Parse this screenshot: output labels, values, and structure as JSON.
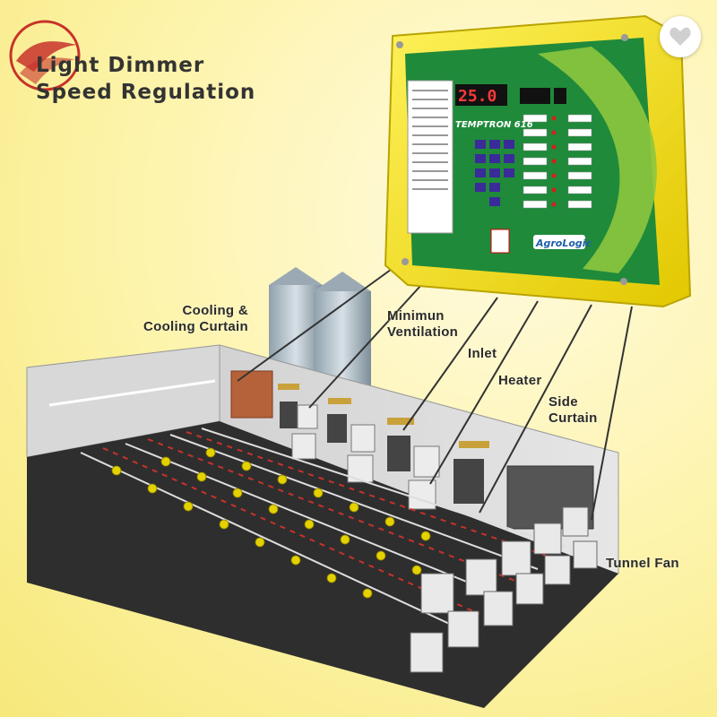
{
  "heading": {
    "line1": "Light Dimmer",
    "line2": "Speed Regulation"
  },
  "controller": {
    "model": "TEMPTRON 616",
    "brand": "AgroLogic",
    "display_value": "25.0",
    "colors": {
      "housing": "#f4e217",
      "faceplate": "#1f8a3a",
      "accent": "#8cc63f",
      "display": "#d6201f"
    }
  },
  "labels": {
    "cooling": "Cooling &\nCooling Curtain",
    "min_vent": "Minimun\nVentilation",
    "inlet": "Inlet",
    "heater": "Heater",
    "side_curtain": "Side\nCurtain",
    "tunnel_fan": "Tunnel Fan"
  },
  "icons": [
    "favorite-heart-icon",
    "logo-flame-icon",
    "silo-icon",
    "fan-icon"
  ]
}
